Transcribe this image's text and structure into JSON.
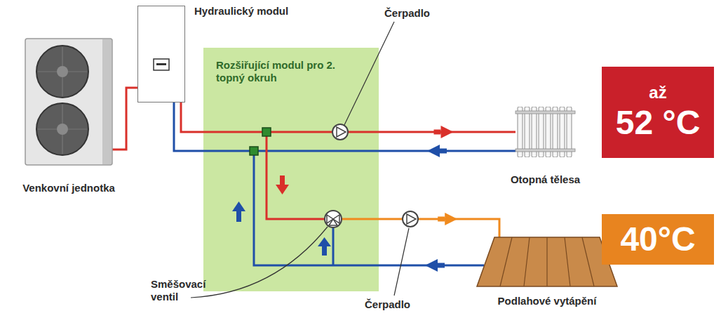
{
  "diagram": {
    "nodes": [
      {
        "text": [
          "Hydraulický modul"
        ]
      },
      {
        "text": [
          "Venkovní jednotka"
        ]
      },
      {
        "text": [
          "Rozšiřující modul pro 2. topný okruh"
        ]
      },
      {
        "text": [
          "až",
          "52 °C"
        ]
      },
      {
        "text": [
          "Otopná tělesa"
        ]
      },
      {
        "text": [
          "40°C"
        ]
      },
      {
        "text": [
          "Podlahové vytápění"
        ]
      }
    ],
    "edges": [
      {
        "from": 1,
        "to": 0,
        "arrow": "none"
      },
      {
        "from": 0,
        "to": 2,
        "arrow": "none"
      },
      {
        "from": 2,
        "to": 0,
        "arrow": "none"
      },
      {
        "from": 2,
        "to": 4,
        "arrow": "to"
      },
      {
        "from": 4,
        "to": 2,
        "arrow": "to"
      },
      {
        "from": 2,
        "to": 6,
        "arrow": "to"
      },
      {
        "from": 6,
        "to": 2,
        "arrow": "to"
      }
    ],
    "labels": [
      "Čerpadlo",
      "Směšovací ventil",
      "Čerpadlo"
    ]
  }
}
